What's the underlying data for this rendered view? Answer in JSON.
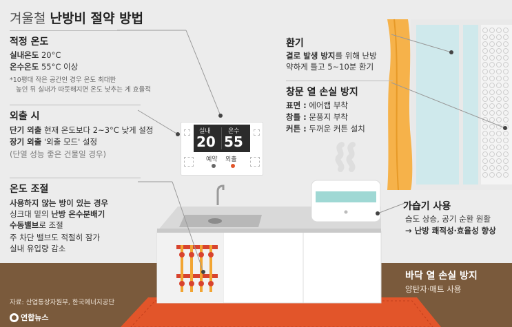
{
  "title": {
    "light": "겨울철 ",
    "bold": "난방비 절약 방법"
  },
  "sections": {
    "temp": {
      "heading": "적정 온도",
      "line1_bold": "실내온도",
      "line1_rest": " 20°C",
      "line2_bold": "온수온도",
      "line2_rest": " 55°C 이상",
      "note1": "*10평대 작은 공간인 경우 온도 최대한",
      "note2": "높인 뒤 실내가 따뜻해지면 온도 낮추는 게 효율적"
    },
    "away": {
      "heading": "외출 시",
      "line1_bold": "단기 외출",
      "line1_rest": " 현재 온도보다 2~3°C 낮게 설정",
      "line2_bold": "장기 외출",
      "line2_rest": " '외출 모드' 설정",
      "line3": "(단열 성능 좋은 건물일 경우)"
    },
    "adjust": {
      "heading": "온도 조절",
      "line1": "사용하지 않는 방이 있는 경우",
      "line2_pre": "싱크대 밑의 ",
      "line2_bold": "난방 온수분배기",
      "line3_bold": "수동밸브",
      "line3_rest": "로 조절",
      "line4": "주 차단 밸브도 적절히 잠가",
      "line5": "실내 유입량 감소"
    },
    "vent": {
      "heading": "환기",
      "line1_bold": "결로 발생 방지",
      "line1_rest": "를 위해 난방",
      "line2": "약하게 틀고 5~10분 환기"
    },
    "window": {
      "heading": "창문 열 손실 방지",
      "line1_bold": "표면 :",
      "line1_rest": " 에어캡 부착",
      "line2_bold": "창틀 :",
      "line2_rest": " 문풍지 부착",
      "line3_bold": "커튼 :",
      "line3_rest": " 두꺼운 커튼 설치"
    },
    "humid": {
      "heading": "가습기 사용",
      "line1": "습도 상승, 공기 순환 원활",
      "line2": "→ 난방 쾌적성·효율성 향상"
    },
    "floor": {
      "heading": "바닥 열 손실 방지",
      "line1": "양탄자·매트 사용"
    }
  },
  "thermostat": {
    "label_indoor": "실내",
    "label_water": "온수",
    "value_indoor": "20",
    "value_water": "55",
    "mode_reserve": "예약",
    "mode_away": "외출"
  },
  "source": "자료: 산업통상자원부, 한국에너지공단",
  "logo": "연합뉴스",
  "colors": {
    "accent_orange": "#f2a532",
    "curtain": "#f6b24a",
    "floor": "#7a5a3c",
    "rug": "#e2552a",
    "pipe_red": "#d8432e",
    "window_glass": "#cfe9ec",
    "humidifier_water": "#9fd8d4"
  }
}
